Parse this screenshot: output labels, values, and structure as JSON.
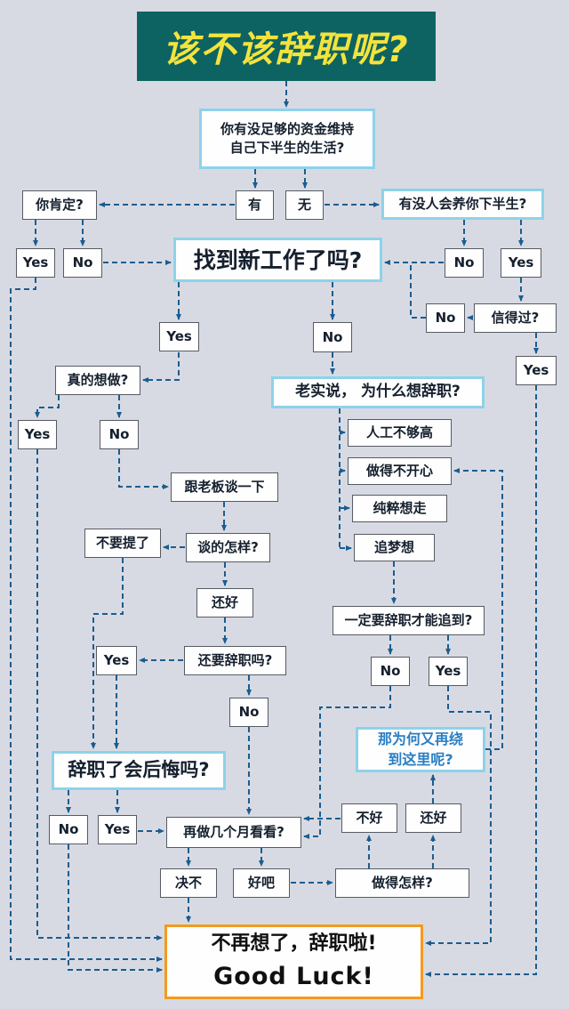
{
  "title": "该不该辞职呢?",
  "nodes": {
    "funding_q": "你有没足够的资金维持\n自己下半生的生活?",
    "sure_q": "你肯定?",
    "ans_have": "有",
    "ans_none": "无",
    "support_q": "有没人会养你下半生?",
    "sure_yes": "Yes",
    "sure_no": "No",
    "newjob_q": "找到新工作了吗?",
    "support_no": "No",
    "support_yes": "Yes",
    "trust_no": "No",
    "trust_q": "信得过?",
    "newjob_yes": "Yes",
    "newjob_no": "No",
    "trust_yes": "Yes",
    "really_q": "真的想做?",
    "why_q": "老实说， 为什么想辞职?",
    "really_yes": "Yes",
    "really_no": "No",
    "reason_pay": "人工不够高",
    "reason_unhappy": "做得不开心",
    "talk_boss": "跟老板谈一下",
    "reason_leave": "纯粹想走",
    "reason_dream": "追梦想",
    "dont_mention": "不要提了",
    "talk_result_q": "谈的怎样?",
    "talk_ok": "还好",
    "must_quit_q": "一定要辞职才能追到?",
    "still_yes": "Yes",
    "still_quit_q": "还要辞职吗?",
    "must_no": "No",
    "must_yes": "Yes",
    "still_no": "No",
    "why_here_q": "那为何又再绕\n到这里呢?",
    "regret_q": "辞职了会后悔吗?",
    "regret_no": "No",
    "regret_yes": "Yes",
    "few_months_q": "再做几个月看看?",
    "doing_bad": "不好",
    "doing_ok": "还好",
    "never": "决不",
    "fine": "好吧",
    "how_doing_q": "做得怎样?",
    "final_line1": "不再想了，辞职啦!",
    "final_line2": "Good Luck!"
  },
  "colors": {
    "background": "#d8dae3",
    "arrow": "#1a5d8f",
    "title_bg": "#0d6361",
    "title_text": "#f3e33d",
    "light_blue_border": "#8ed2ea",
    "gray_border": "#565b63",
    "orange_border": "#f39a1d",
    "blue_text": "#2b7fc3"
  },
  "edges": [
    "title->funding_q",
    "funding_q->有",
    "funding_q->无",
    "有->你肯定?",
    "无->有没人会养你下半生?",
    "你肯定?->Yes",
    "你肯定?->No",
    "No->找到新工作了吗?",
    "有没人会养你下半生?->No",
    "有没人会养你下半生?->Yes",
    "No->找到新工作了吗?",
    "Yes->信得过?",
    "信得过?->No",
    "信得过?->Yes",
    "No->找到新工作了吗?",
    "找到新工作了吗?->Yes",
    "找到新工作了吗?->No",
    "Yes->真的想做?",
    "真的想做?->Yes",
    "真的想做?->No",
    "No->跟老板谈一下",
    "No->老实说，为什么想辞职?",
    "老实说->人工不够高",
    "老实说->做得不开心",
    "老实说->纯粹想走",
    "老实说->追梦想",
    "追梦想->一定要辞职才能追到?",
    "一定要辞职才能追到?->No",
    "一定要辞职才能追到?->Yes",
    "跟老板谈一下->谈的怎样?",
    "谈的怎样?->不要提了",
    "谈的怎样?->还好",
    "还好->还要辞职吗?",
    "还要辞职吗?->Yes",
    "还要辞职吗?->No",
    "Yes->辞职了会后悔吗?",
    "不要提了->辞职了会后悔吗?",
    "辞职了会后悔吗?->No",
    "辞职了会后悔吗?->Yes",
    "Yes->再做几个月看看?",
    "No->再做几个月看看?",
    "再做几个月看看?->决不",
    "再做几个月看看?->好吧",
    "决不->GoodLuck",
    "好吧->做得怎样?",
    "做得怎样?->不好",
    "做得怎样?->还好",
    "不好->再做几个月看看?",
    "还好->那为何又再绕到这里呢?",
    "No->再做几个月看看?",
    "那为何又再绕到这里呢?->做得不开心",
    "Yes->GoodLuck",
    "Yes->GoodLuck",
    "Yes->GoodLuck",
    "Yes->GoodLuck",
    "No->GoodLuck"
  ]
}
